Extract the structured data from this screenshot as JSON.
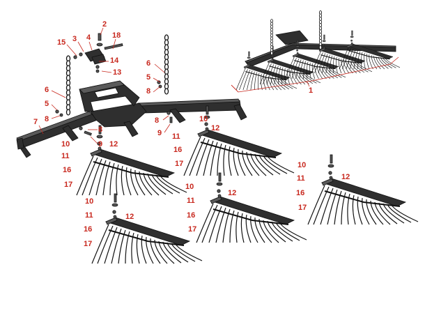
{
  "diagram": {
    "callouts": [
      "1",
      "2",
      "3",
      "4",
      "18",
      "15",
      "14",
      "13",
      "6",
      "5",
      "8",
      "7",
      "8",
      "9",
      "10",
      "11",
      "12",
      "16",
      "17",
      "6",
      "5",
      "8",
      "8",
      "9",
      "10",
      "11",
      "12",
      "16",
      "17",
      "10",
      "11",
      "12",
      "16",
      "17",
      "10",
      "11",
      "12",
      "16",
      "17",
      "10",
      "11",
      "12",
      "16",
      "17"
    ],
    "colors": {
      "callout": "#c8281e",
      "part": "#2f2f2f",
      "outline": "#111111"
    }
  }
}
